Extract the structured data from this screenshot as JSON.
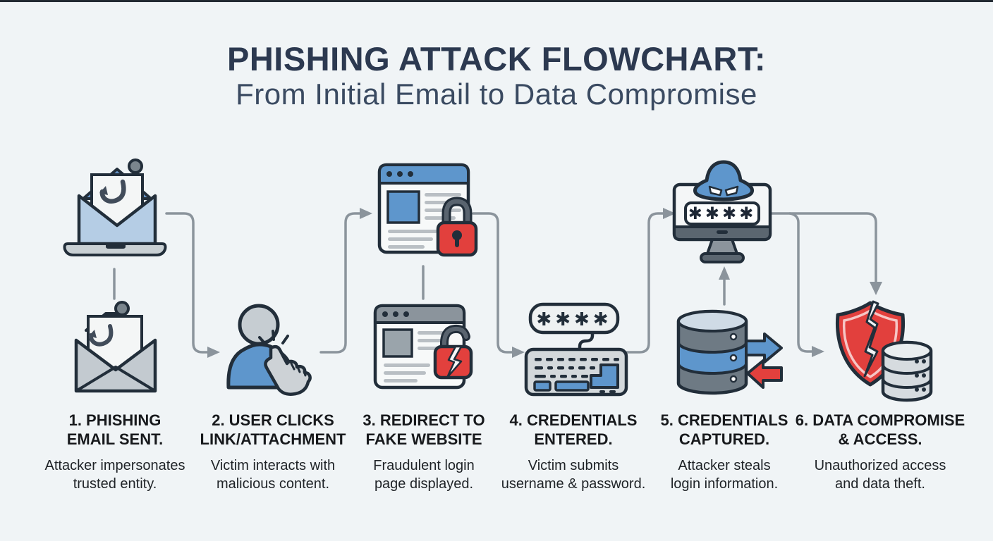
{
  "page": {
    "title": "PHISHING ATTACK FLOWCHART:",
    "subtitle": "From Initial Email to Data Compromise"
  },
  "password_mask": "✱✱✱✱",
  "steps": [
    {
      "id": "1",
      "heading_line1": "1. PHISHING",
      "heading_line2": "EMAIL SENT.",
      "desc_line1": "Attacker impersonates",
      "desc_line2": "trusted entity.",
      "icons": [
        "laptop-phishing-email-icon",
        "phishing-envelope-icon"
      ]
    },
    {
      "id": "2",
      "heading_line1": "2. USER CLICKS",
      "heading_line2": "LINK/ATTACHMENT",
      "desc_line1": "Victim interacts with",
      "desc_line2": "malicious content.",
      "icons": [
        "user-click-icon"
      ]
    },
    {
      "id": "3",
      "heading_line1": "3. REDIRECT TO",
      "heading_line2": "FAKE WEBSITE",
      "desc_line1": "Fraudulent login",
      "desc_line2": "page displayed.",
      "icons": [
        "fake-website-lock-icon",
        "fake-website-broken-lock-icon"
      ]
    },
    {
      "id": "4",
      "heading_line1": "4. CREDENTIALS",
      "heading_line2": "ENTERED.",
      "desc_line1": "Victim submits",
      "desc_line2": "username & password.",
      "icons": [
        "password-field-icon",
        "keyboard-icon"
      ]
    },
    {
      "id": "5",
      "heading_line1": "5. CREDENTIALS",
      "heading_line2": "CAPTURED.",
      "desc_line1": "Attacker steals",
      "desc_line2": "login information.",
      "icons": [
        "hacker-monitor-icon",
        "database-transfer-icon"
      ]
    },
    {
      "id": "6",
      "heading_line1": "6. DATA COMPROMISE",
      "heading_line2": "& ACCESS.",
      "desc_line1": "Unauthorized access",
      "desc_line2": "and data theft.",
      "icons": [
        "broken-shield-icon",
        "database-icon"
      ]
    }
  ],
  "colors": {
    "background": "#f0f4f6",
    "title": "#2c3950",
    "subtitle": "#3a4a61",
    "heading_text": "#17191c",
    "body_text": "#1f2327",
    "arrow": "#8b949c",
    "outline": "#222e3a",
    "blue": "#5e96cc",
    "blue_light": "#b5cde5",
    "gray_fill": "#c9d0d4",
    "gray_dark": "#5b6670",
    "red": "#e2403d"
  }
}
